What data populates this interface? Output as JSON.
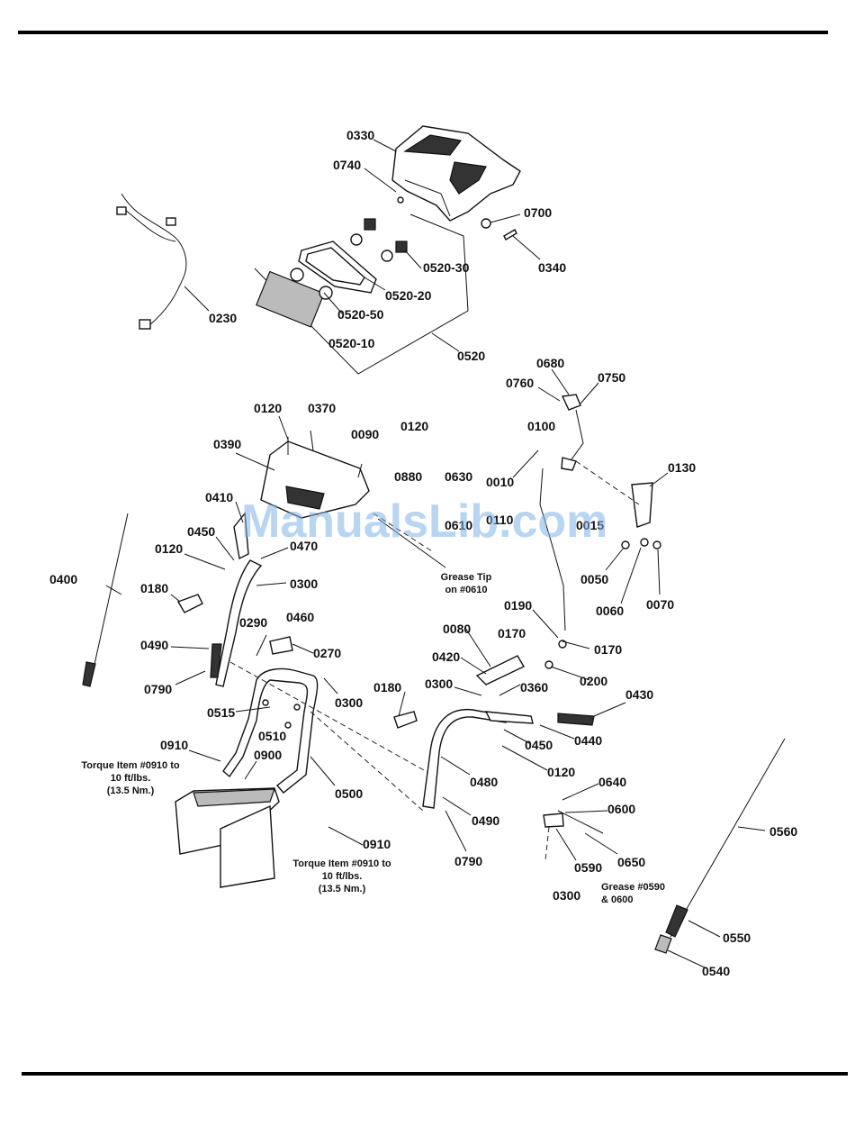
{
  "watermark": "ManualsLib.com",
  "labels": [
    {
      "id": "0330",
      "text": "0330"
    },
    {
      "id": "0740",
      "text": "0740"
    },
    {
      "id": "0700",
      "text": "0700"
    },
    {
      "id": "0340",
      "text": "0340"
    },
    {
      "id": "0520-30",
      "text": "0520-30"
    },
    {
      "id": "0520-20",
      "text": "0520-20"
    },
    {
      "id": "0520-50",
      "text": "0520-50"
    },
    {
      "id": "0520-10",
      "text": "0520-10"
    },
    {
      "id": "0520",
      "text": "0520"
    },
    {
      "id": "0230",
      "text": "0230"
    },
    {
      "id": "0680",
      "text": "0680"
    },
    {
      "id": "0760",
      "text": "0760"
    },
    {
      "id": "0750",
      "text": "0750"
    },
    {
      "id": "0100",
      "text": "0100"
    },
    {
      "id": "0010",
      "text": "0010"
    },
    {
      "id": "0130",
      "text": "0130"
    },
    {
      "id": "0110",
      "text": "0110"
    },
    {
      "id": "0015",
      "text": "0015"
    },
    {
      "id": "0050",
      "text": "0050"
    },
    {
      "id": "0060",
      "text": "0060"
    },
    {
      "id": "0070",
      "text": "0070"
    },
    {
      "id": "0190",
      "text": "0190"
    },
    {
      "id": "0170a",
      "text": "0170"
    },
    {
      "id": "0170b",
      "text": "0170"
    },
    {
      "id": "0200",
      "text": "0200"
    },
    {
      "id": "0120a",
      "text": "0120"
    },
    {
      "id": "0370",
      "text": "0370"
    },
    {
      "id": "0090",
      "text": "0090"
    },
    {
      "id": "0120b",
      "text": "0120"
    },
    {
      "id": "0390",
      "text": "0390"
    },
    {
      "id": "0880",
      "text": "0880"
    },
    {
      "id": "0630",
      "text": "0630"
    },
    {
      "id": "0610",
      "text": "0610"
    },
    {
      "id": "0410",
      "text": "0410"
    },
    {
      "id": "0450a",
      "text": "0450"
    },
    {
      "id": "0470",
      "text": "0470"
    },
    {
      "id": "0120c",
      "text": "0120"
    },
    {
      "id": "0300a",
      "text": "0300"
    },
    {
      "id": "0400",
      "text": "0400"
    },
    {
      "id": "0180a",
      "text": "0180"
    },
    {
      "id": "0460",
      "text": "0460"
    },
    {
      "id": "0290",
      "text": "0290"
    },
    {
      "id": "0270",
      "text": "0270"
    },
    {
      "id": "0490a",
      "text": "0490"
    },
    {
      "id": "0790a",
      "text": "0790"
    },
    {
      "id": "0300b",
      "text": "0300"
    },
    {
      "id": "0515",
      "text": "0515"
    },
    {
      "id": "0510",
      "text": "0510"
    },
    {
      "id": "0910a",
      "text": "0910"
    },
    {
      "id": "0900",
      "text": "0900"
    },
    {
      "id": "0500",
      "text": "0500"
    },
    {
      "id": "0910b",
      "text": "0910"
    },
    {
      "id": "0080",
      "text": "0080"
    },
    {
      "id": "0420",
      "text": "0420"
    },
    {
      "id": "0300c",
      "text": "0300"
    },
    {
      "id": "0360",
      "text": "0360"
    },
    {
      "id": "0180b",
      "text": "0180"
    },
    {
      "id": "0430",
      "text": "0430"
    },
    {
      "id": "0440",
      "text": "0440"
    },
    {
      "id": "0450b",
      "text": "0450"
    },
    {
      "id": "0120d",
      "text": "0120"
    },
    {
      "id": "0480",
      "text": "0480"
    },
    {
      "id": "0490b",
      "text": "0490"
    },
    {
      "id": "0790b",
      "text": "0790"
    },
    {
      "id": "0640",
      "text": "0640"
    },
    {
      "id": "0600",
      "text": "0600"
    },
    {
      "id": "0650",
      "text": "0650"
    },
    {
      "id": "0590",
      "text": "0590"
    },
    {
      "id": "0300d",
      "text": "0300"
    },
    {
      "id": "0560",
      "text": "0560"
    },
    {
      "id": "0550",
      "text": "0550"
    },
    {
      "id": "0540",
      "text": "0540"
    }
  ],
  "notes": {
    "grease_tip": [
      "Grease Tip",
      "on #0610"
    ],
    "torque_1": [
      "Torque Item #0910 to",
      "10 ft/lbs.",
      "(13.5 Nm.)"
    ],
    "torque_2": [
      "Torque Item #0910 to",
      "10 ft/lbs.",
      "(13.5 Nm.)"
    ],
    "grease_0590": [
      "Grease #0590",
      "& 0600"
    ]
  }
}
